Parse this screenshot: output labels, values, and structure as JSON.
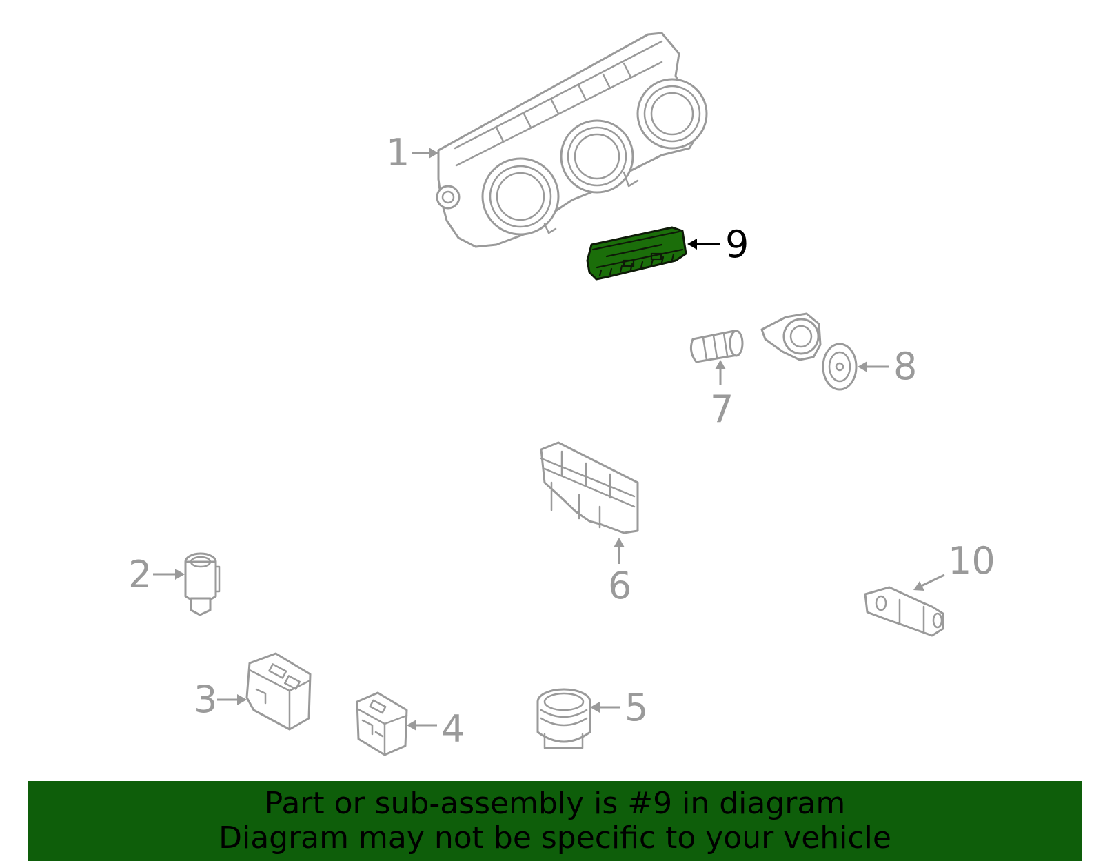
{
  "callouts": {
    "c1": "1",
    "c2": "2",
    "c3": "3",
    "c4": "4",
    "c5": "5",
    "c6": "6",
    "c7": "7",
    "c8": "8",
    "c9": "9",
    "c10": "10"
  },
  "highlighted_part": "9",
  "colors": {
    "highlight_fill": "#1b6e0a",
    "banner_background": "#0e5e0a",
    "part_outline": "#9a9a9a"
  },
  "banner": {
    "line1": "Part or sub-assembly is #9 in diagram",
    "line2": "Diagram may not be specific to your vehicle"
  }
}
